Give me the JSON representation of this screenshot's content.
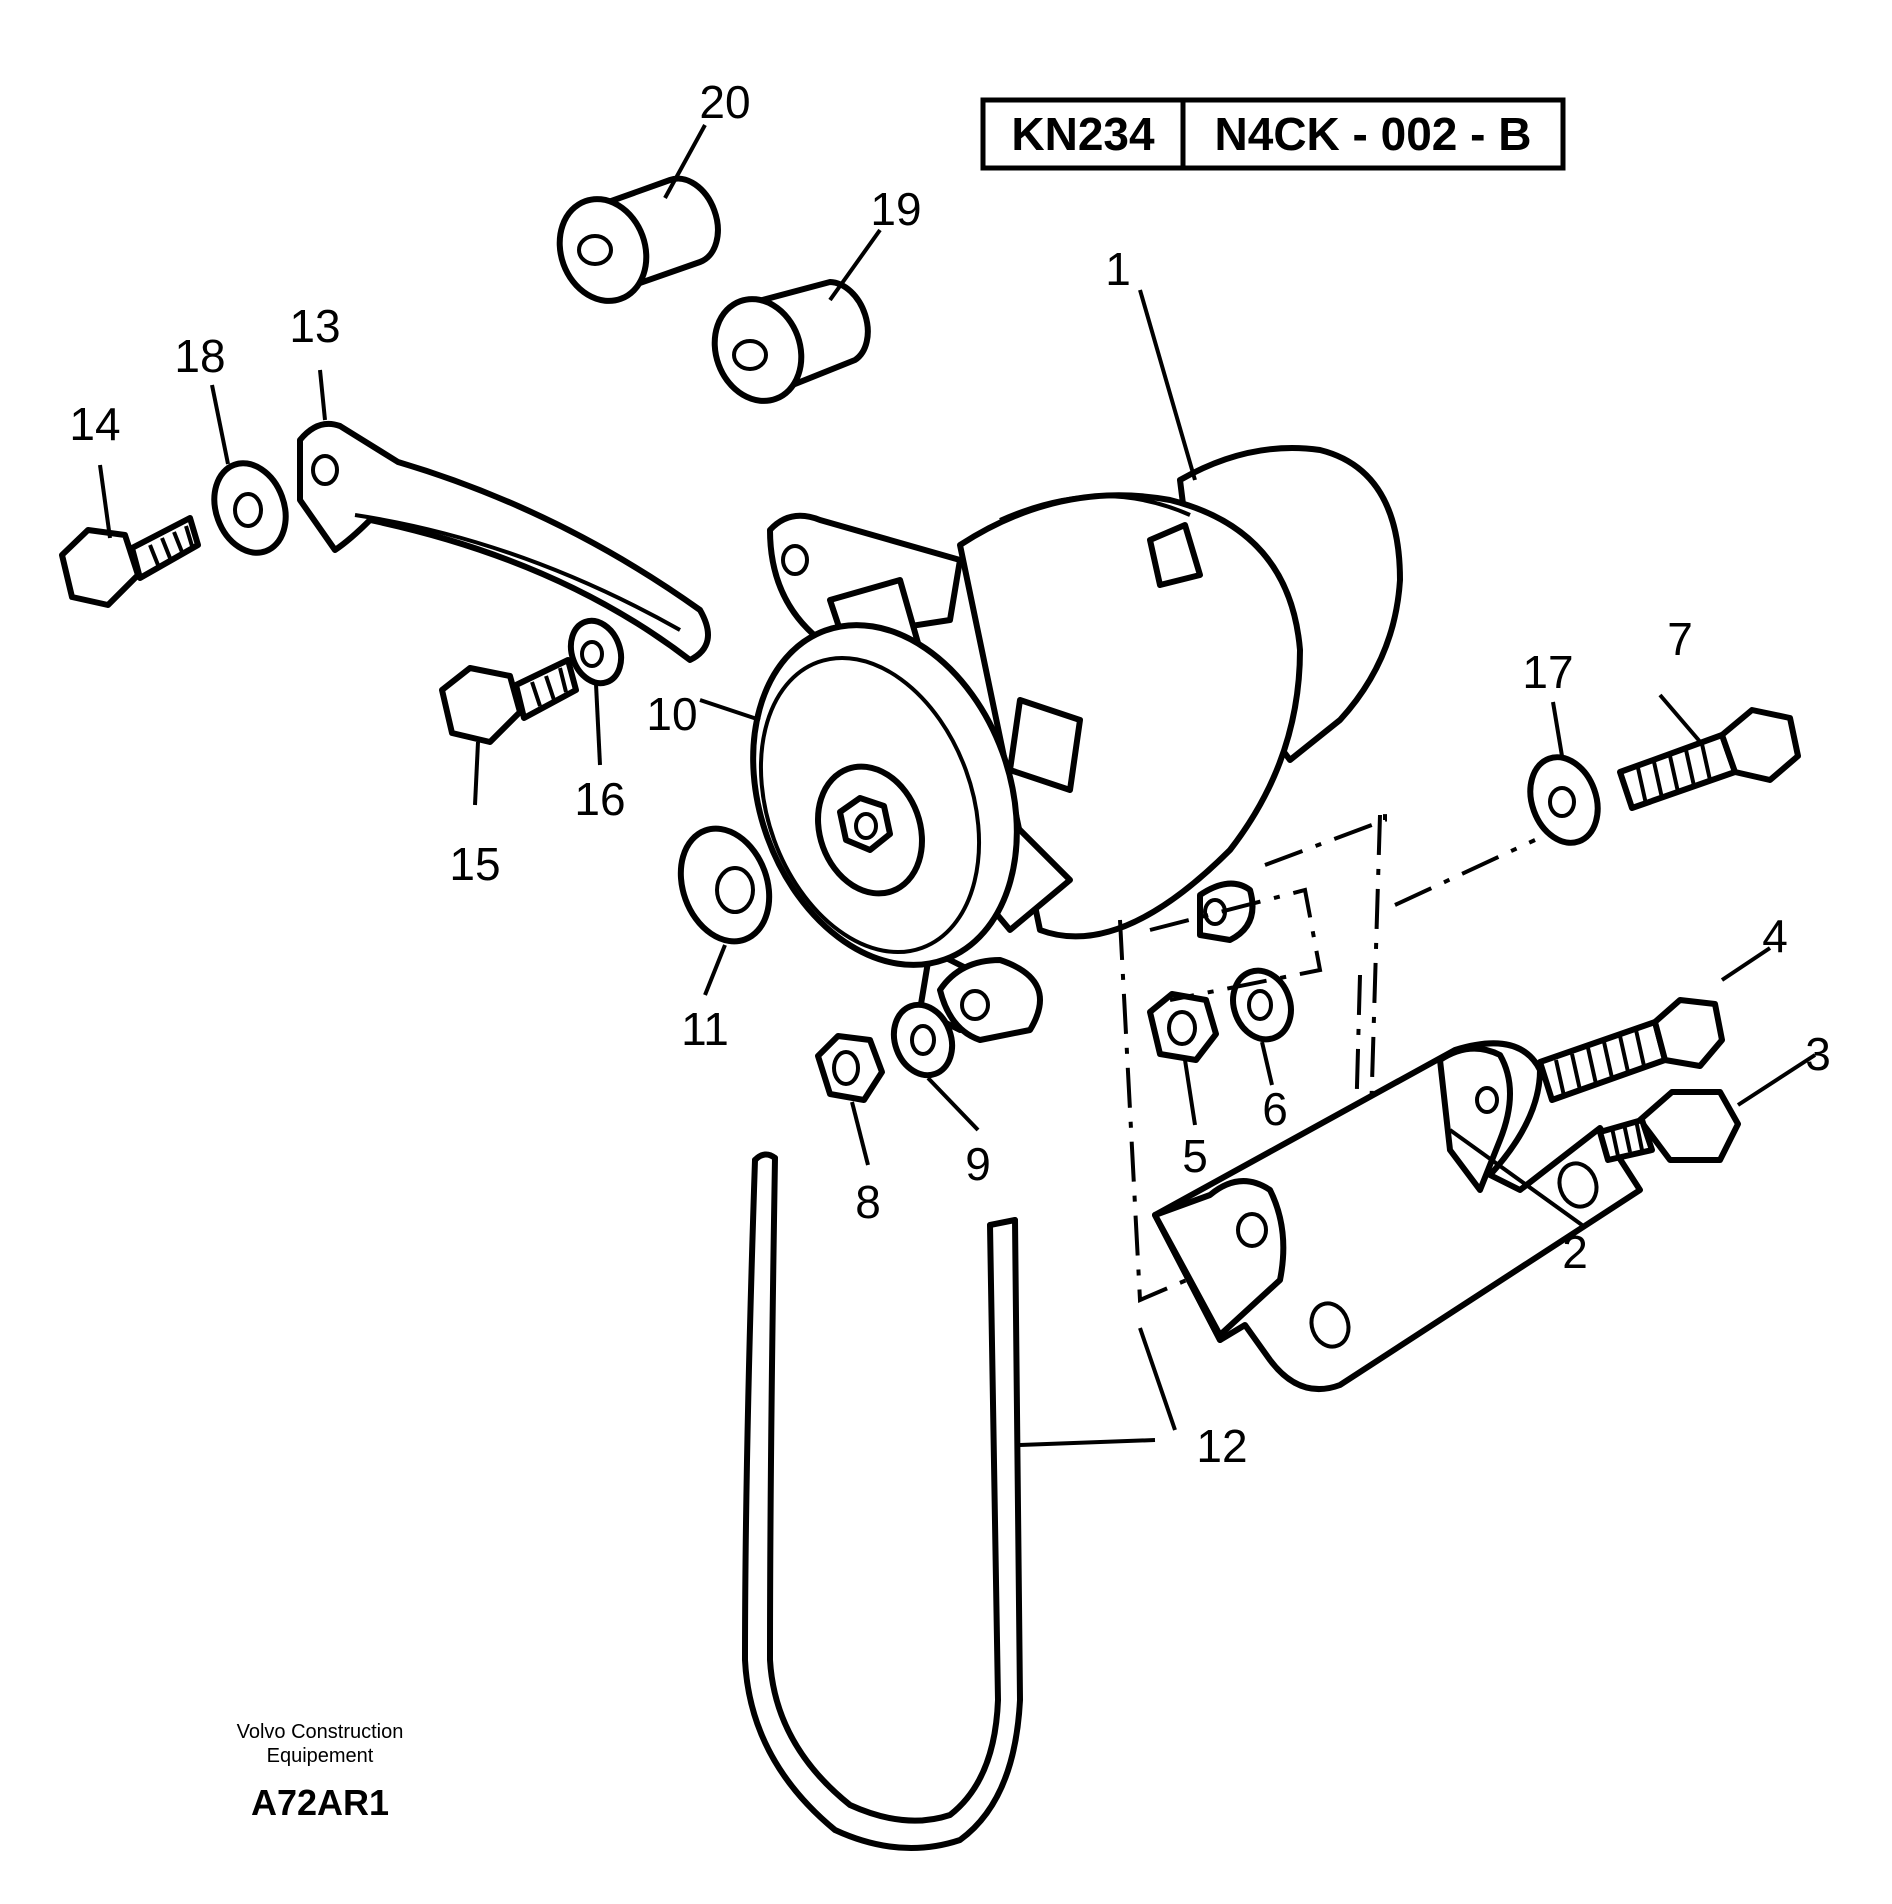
{
  "header": {
    "code_left": "KN234",
    "code_right": "N4CK - 002 - B"
  },
  "callouts": [
    "1",
    "2",
    "3",
    "4",
    "5",
    "6",
    "7",
    "8",
    "9",
    "10",
    "11",
    "12",
    "13",
    "14",
    "15",
    "16",
    "17",
    "18",
    "19",
    "20"
  ],
  "footer": {
    "maker_line1": "Volvo Construction",
    "maker_line2": "Equipement",
    "drawing_id": "A72AR1"
  }
}
